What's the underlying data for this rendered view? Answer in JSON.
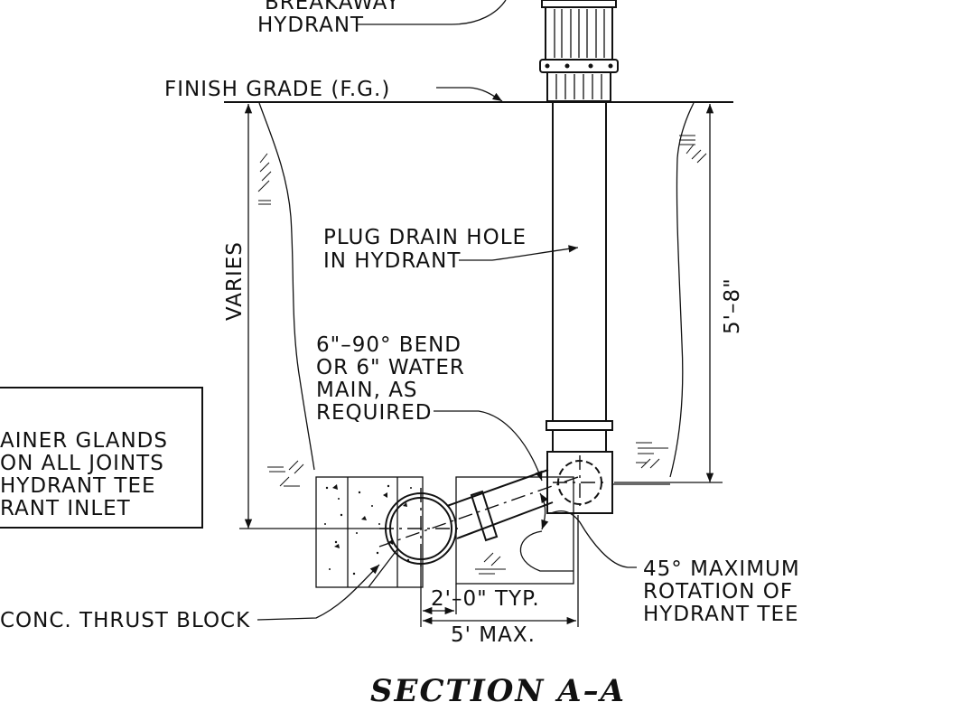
{
  "labels": {
    "breakaway_line1": "BREAKAWAY",
    "breakaway_line2": "HYDRANT",
    "finish_grade": "FINISH  GRADE  (F.G.)",
    "plug_line1": "PLUG  DRAIN  HOLE",
    "plug_line2": "IN  HYDRANT",
    "varies": "VARIES",
    "depth": "5'–8\"",
    "bend_line1": "6\"–90°  BEND",
    "bend_line2": "OR  6\"  WATER",
    "bend_line3": "MAIN,  AS",
    "bend_line4": "REQUIRED",
    "note_line1": "AINER  GLANDS",
    "note_line2": "  ON  ALL  JOINTS",
    "note_line3": "HYDRANT  TEE",
    "note_line4": "RANT  INLET",
    "thrust_block": "CONC.  THRUST  BLOCK",
    "typ": "2'–0\"  TYP.",
    "max5": "5'  MAX.",
    "rot_line1": "45°  MAXIMUM",
    "rot_line2": "ROTATION  OF",
    "rot_line3": "HYDRANT  TEE"
  },
  "title": "SECTION  A–A"
}
